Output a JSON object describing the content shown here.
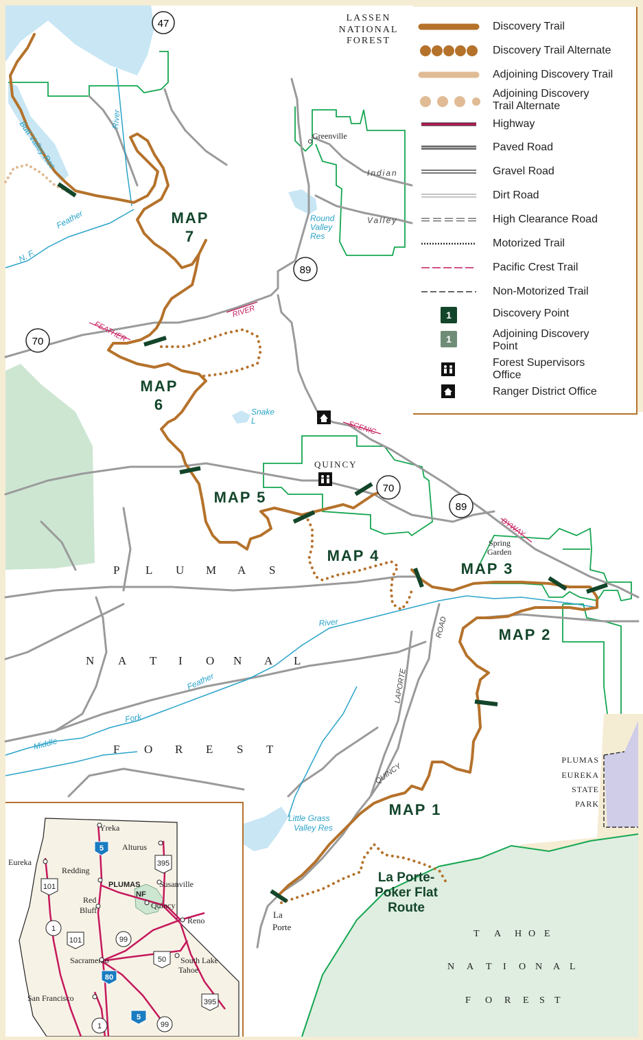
{
  "colors": {
    "land": "#f5ecd4",
    "national_forest": "#ffffff",
    "tahoe_forest": "#dfeee1",
    "water": "#c8e6f4",
    "river": "#2aa3c9",
    "trail": "#b5722b",
    "trail_adjoining": "#e0bb95",
    "highway": "#c4185b",
    "road": "#9a9a9a",
    "boundary": "#14a650",
    "state_park": "#cfcde8",
    "discovery_point": "#13452a",
    "adjoining_point": "#6f8c77"
  },
  "map": {
    "forests": {
      "lassen": [
        "LASSEN",
        "NATIONAL",
        "FOREST"
      ],
      "plumas": [
        "P",
        "L",
        "U",
        "M",
        "A",
        "S"
      ],
      "national": [
        "N",
        "A",
        "T",
        "I",
        "O",
        "N",
        "A",
        "L"
      ],
      "forest": [
        "F",
        "O",
        "R",
        "E",
        "S",
        "T"
      ],
      "tahoe_1": [
        "T",
        "A",
        "H",
        "O",
        "E"
      ],
      "tahoe_2": [
        "N",
        "A",
        "T",
        "I",
        "O",
        "N",
        "A",
        "L"
      ],
      "tahoe_3": [
        "F",
        "O",
        "R",
        "E",
        "S",
        "T"
      ]
    },
    "section_maps": [
      {
        "line1": "MAP",
        "line2": "7"
      },
      {
        "line1": "MAP",
        "line2": "6"
      },
      {
        "line1": "MAP 5"
      },
      {
        "line1": "MAP 4"
      },
      {
        "line1": "MAP 3"
      },
      {
        "line1": "MAP 2"
      },
      {
        "line1": "MAP 1"
      }
    ],
    "route": {
      "line1": "La Porte-",
      "line2": "Poker Flat",
      "line3": "Route"
    },
    "highway_shields": [
      "47",
      "89",
      "70",
      "70",
      "89"
    ],
    "towns": {
      "greenville": "Greenville",
      "quincy": "QUINCY",
      "spring_1": "Spring",
      "spring_2": "Garden",
      "laporte_1": "La",
      "laporte_2": "Porte"
    },
    "state_park": [
      "PLUMAS",
      "EUREKA",
      "STATE",
      "PARK"
    ],
    "water_labels": {
      "butt_valley": "Butt Valley Res",
      "river_top": "River",
      "ne_feather_1": "Feather",
      "ne_feather_2": "N. F.",
      "round_valley_1": "Round",
      "round_valley_2": "Valley",
      "round_valley_3": "Res",
      "snake_1": "Snake",
      "snake_2": "L",
      "mf_river": "River",
      "mf_feather": "Feather",
      "mf_fork": "Fork",
      "mf_middle": "Middle",
      "lgv_1": "Little Grass",
      "lgv_2": "Valley Res"
    },
    "road_labels": {
      "indian": "Indian",
      "valley": "Valley",
      "feather": "FEATHER",
      "river": "RIVER",
      "scenic": "SCENIC",
      "byway": "BYWAY",
      "road": "ROAD",
      "laporte": "LAPORTE",
      "quincy": "QUINCY"
    }
  },
  "legend": {
    "items": [
      {
        "label": "Discovery Trail"
      },
      {
        "label": "Discovery Trail Alternate"
      },
      {
        "label": "Adjoining Discovery Trail"
      },
      {
        "label": "Adjoining Discovery",
        "label2": "Trail Alternate"
      },
      {
        "label": "Highway"
      },
      {
        "label": "Paved Road"
      },
      {
        "label": "Gravel Road"
      },
      {
        "label": "Dirt Road"
      },
      {
        "label": "High Clearance Road"
      },
      {
        "label": "Motorized Trail"
      },
      {
        "label": "Pacific Crest Trail"
      },
      {
        "label": "Non-Motorized Trail"
      },
      {
        "label": "Discovery Point",
        "num": "1"
      },
      {
        "label": "Adjoining Discovery",
        "label2": "Point",
        "num": "1"
      },
      {
        "label": "Forest Supervisors",
        "label2": "Office"
      },
      {
        "label": "Ranger District Office"
      }
    ]
  },
  "inset": {
    "towns": {
      "yreka": "Yreka",
      "alturus": "Alturus",
      "eureka": "Eureka",
      "redding": "Redding",
      "susanville": "Susanville",
      "red_bluff_1": "Red",
      "red_bluff_2": "Bluff",
      "quincy": "Quincy",
      "reno": "Reno",
      "sacramento": "Sacramento",
      "south_lake_1": "South Lake",
      "south_lake_2": "Tahoe",
      "san_francisco": "San Francisco"
    },
    "plumas_1": "PLUMAS",
    "plumas_2": "NF",
    "shields": {
      "i5_top": "5",
      "s395_top": "395",
      "s101_top": "101",
      "s101_mid": "101",
      "s1_mid": "1",
      "s99_mid": "99",
      "s50": "50",
      "i80": "80",
      "s395_bot": "395",
      "s1_bot": "1",
      "i5_bot": "5",
      "s99_bot": "99"
    }
  }
}
